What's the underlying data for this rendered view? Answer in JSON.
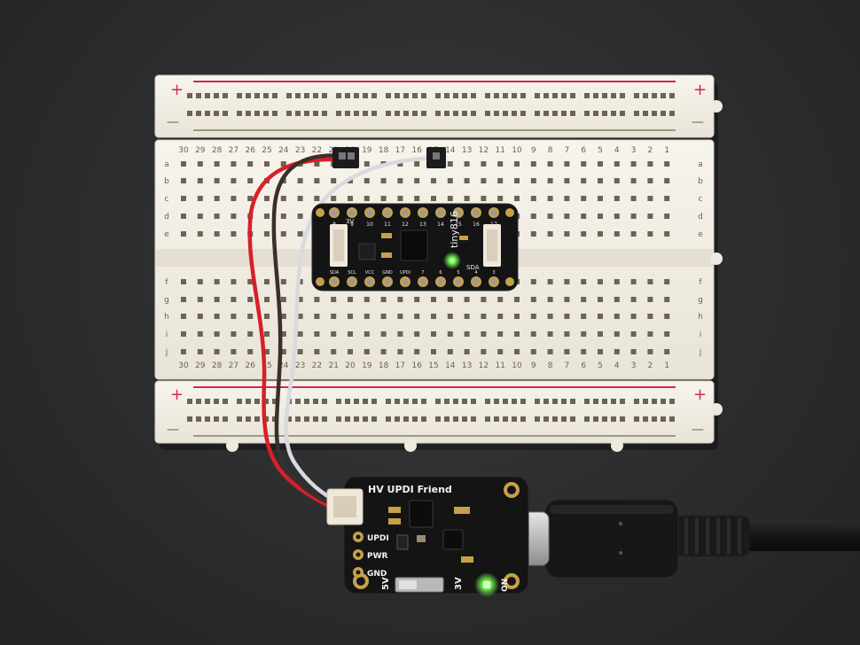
{
  "breadboard": {
    "rail_plus": "+",
    "rail_minus": "—",
    "column_numbers": [
      "30",
      "29",
      "28",
      "27",
      "26",
      "25",
      "24",
      "23",
      "22",
      "21",
      "20",
      "19",
      "18",
      "17",
      "16",
      "15",
      "14",
      "13",
      "12",
      "11",
      "10",
      "9",
      "8",
      "7",
      "6",
      "5",
      "4",
      "3",
      "2",
      "1"
    ],
    "row_letters_top": [
      "a",
      "b",
      "c",
      "d",
      "e"
    ],
    "row_letters_bottom": [
      "f",
      "g",
      "h",
      "i",
      "j"
    ]
  },
  "tiny_board": {
    "chip_label": "tiny816",
    "top_pins": [
      "8",
      "9",
      "10",
      "11",
      "12",
      "13",
      "14",
      "15",
      "16",
      "17"
    ],
    "bottom_pins": [
      "SDA",
      "SCL",
      "VCC",
      "GND",
      "UPDI",
      "7",
      "6",
      "5",
      "4",
      "3"
    ],
    "side_label_left": "3V",
    "side_label_right": "SDA"
  },
  "updi_friend": {
    "title": "HV UPDI Friend",
    "pin_labels": [
      "UPDI",
      "PWR",
      "GND"
    ],
    "switch_left": "5V",
    "switch_right": "3V",
    "led_label": "ON"
  },
  "colors": {
    "background": "#2b2c2e",
    "breadboard": "#f3efe6",
    "rail_red": "#d4245a",
    "pcb_black": "#141415",
    "gold": "#c7a04a",
    "led_green": "#7cff5a"
  }
}
